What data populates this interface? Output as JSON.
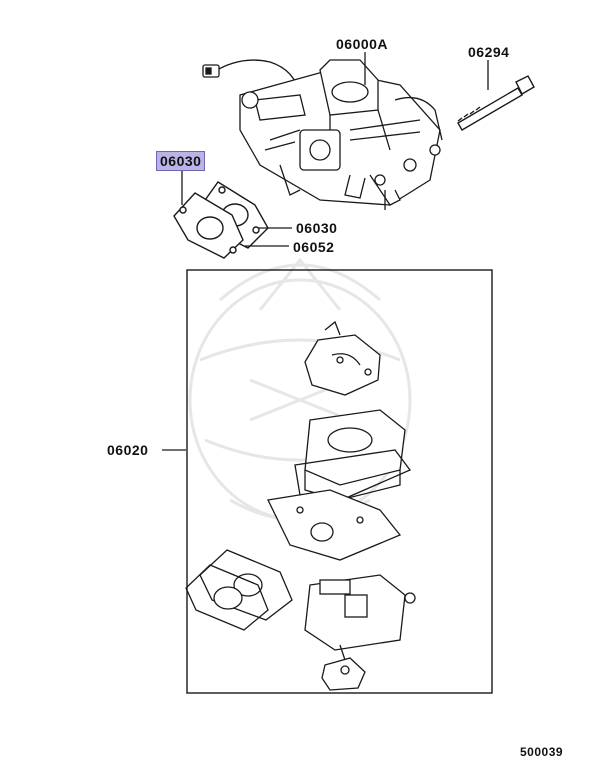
{
  "callouts": {
    "carburetor": "06000A",
    "bolt": "06294",
    "highlighted": "06030",
    "gasket_1": "06030",
    "gasket_2": "06052",
    "repair_kit": "06020"
  },
  "figure_number": "500039",
  "colors": {
    "line": "#1a1a1a",
    "highlight_fill": "#b9b3e6",
    "highlight_border": "#6e66b8",
    "watermark": "#e9e9e9"
  },
  "icons": {
    "carburetor": "carburetor-assembly-icon",
    "bolt": "long-bolt-icon",
    "gaskets": "gasket-pair-icon",
    "kit": "repair-kit-parts-icon",
    "watermark": "brand-watermark-emblem"
  }
}
